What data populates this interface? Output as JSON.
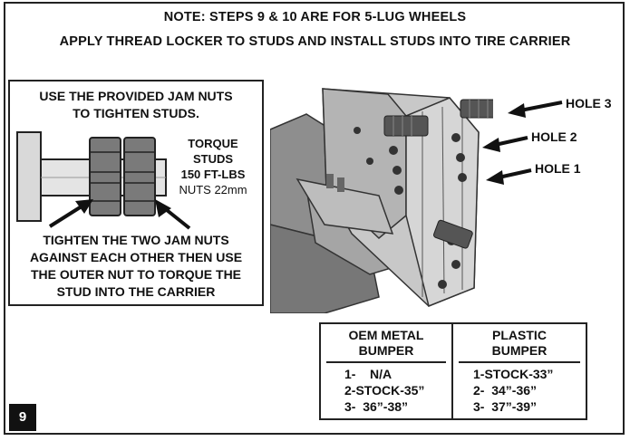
{
  "notes": {
    "line1": "NOTE: STEPS 9 & 10 ARE FOR 5-LUG WHEELS",
    "line2": "APPLY THREAD LOCKER TO STUDS AND INSTALL STUDS INTO TIRE CARRIER"
  },
  "inset": {
    "top_line1": "USE THE PROVIDED JAM NUTS",
    "top_line2": "TO TIGHTEN STUDS.",
    "torque_line1": "TORQUE",
    "torque_line2": "STUDS",
    "torque_line3": "150 FT-LBS",
    "torque_line4": "NUTS 22mm",
    "bottom_line1": "TIGHTEN THE TWO JAM NUTS",
    "bottom_line2": "AGAINST EACH OTHER THEN USE",
    "bottom_line3": "THE OUTER NUT TO TORQUE THE",
    "bottom_line4": "STUD INTO THE CARRIER"
  },
  "holes": {
    "hole3": "HOLE 3",
    "hole2": "HOLE 2",
    "hole1": "HOLE 1"
  },
  "table": {
    "left_header_1": "OEM METAL",
    "left_header_2": "BUMPER",
    "left_rows": [
      "1-    N/A",
      "2-STOCK-35”",
      "3-  36”-38”"
    ],
    "right_header_1": "PLASTIC",
    "right_header_2": "BUMPER",
    "right_rows": [
      "1-STOCK-33”",
      "2-  34”-36”",
      "3-  37”-39”"
    ]
  },
  "step_number": "9"
}
